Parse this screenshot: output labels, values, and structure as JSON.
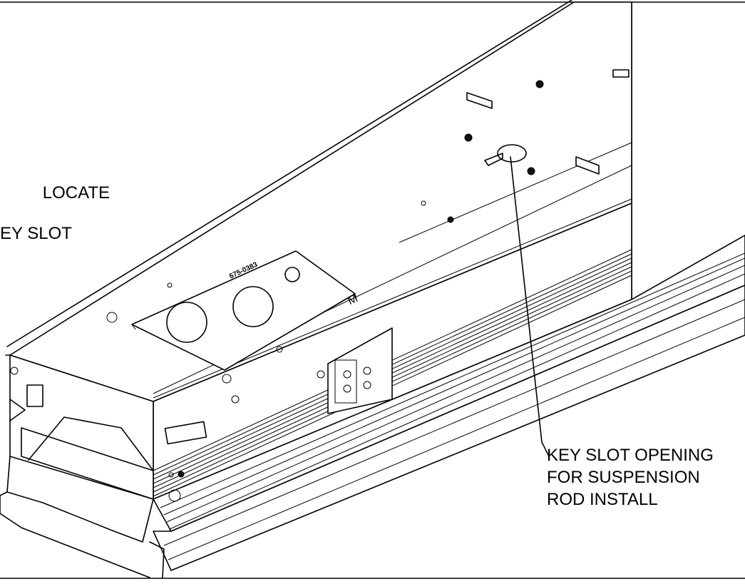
{
  "left_label": {
    "line1": "LOCATE",
    "line2": "EY SLOT"
  },
  "callout": {
    "line1": "KEY SLOT OPENING",
    "line2": "FOR SUSPENSION",
    "line3": "ROD INSTALL"
  },
  "part_stamp": "675-0383",
  "embossed_letter": "M"
}
